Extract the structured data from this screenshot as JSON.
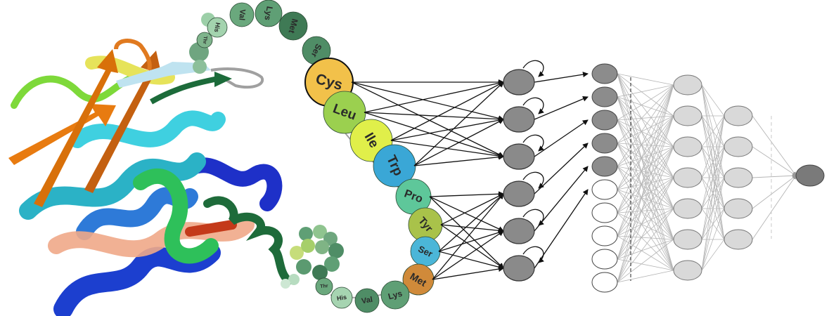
{
  "upper_chain": [
    "Ser",
    "Met",
    "Lys",
    "Val",
    "His",
    "Thr"
  ],
  "main_chain": [
    "Cys",
    "Leu",
    "Ile",
    "Trp",
    "Pro",
    "Tyr",
    "Ser",
    "Met"
  ],
  "lower_chain": [
    "Lys",
    "Val",
    "His",
    "Thr"
  ],
  "colors": {
    "highlight": "#f2c14a",
    "leu": "#9bd04f",
    "ile": "#e0ef4a",
    "trp": "#3aa7d6",
    "pro": "#5ec79a",
    "tyr": "#a9c24a",
    "ser": "#4bb6d8",
    "met": "#d08a3a",
    "bead_green": "#5f9f75",
    "recurrent_node": "#8a8a8a",
    "input_dark": "#8c8c8c",
    "input_light": "#ffffff",
    "hidden": "#d9d9d9",
    "output": "#7a7a7a"
  },
  "network": {
    "recurrent_nodes": 6,
    "input_nodes_dark": 5,
    "input_nodes_light": 5,
    "hidden1_nodes": 7,
    "hidden2_nodes": 5,
    "output_nodes": 1
  }
}
